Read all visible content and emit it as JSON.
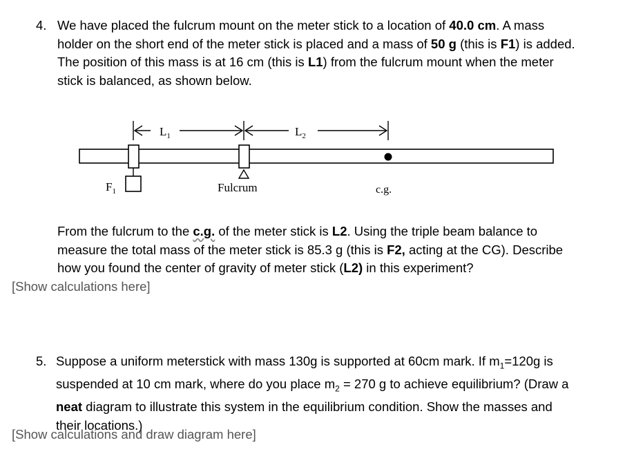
{
  "q4": {
    "number": "4.",
    "lines": [
      [
        "We have placed the fulcrum mount on the meter stick to a location of ",
        "40.0 cm",
        ". A mass"
      ],
      [
        "holder on the short end of the meter stick is placed and a mass of ",
        "50 g",
        " (this is ",
        "F1",
        ") is added."
      ],
      [
        "The position of this mass is at 16 cm (this is ",
        "L1",
        ") from the fulcrum mount when the meter"
      ],
      [
        "stick is balanced, as shown below."
      ]
    ],
    "para2": [
      [
        "From the fulcrum to the ",
        "c.g.",
        " of the meter stick is ",
        "L2",
        ". Using the triple beam balance to"
      ],
      [
        "measure the total mass of the meter stick is 85.3 g (this is ",
        "F2,",
        " acting at the CG). Describe"
      ],
      [
        "how you found the center of gravity of meter stick (",
        "L2)",
        " in this experiment?"
      ]
    ],
    "prompt": "[Show calculations here]"
  },
  "diagram": {
    "l1": "L",
    "l1_sub": "1",
    "l2": "L",
    "l2_sub": "2",
    "f1": "F",
    "f1_sub": "1",
    "fulcrum": "Fulcrum",
    "cg": "c.g."
  },
  "q5": {
    "number": "5.",
    "lines": [
      [
        "Suppose a uniform meterstick with mass 130g is supported at 60cm mark. If m",
        "1",
        "=120g is"
      ],
      [
        "suspended at 10 cm mark, where do you place m",
        "2",
        " = 270 g to achieve equilibrium? (Draw a"
      ],
      [
        "",
        "neat",
        " diagram to illustrate this system in the equilibrium condition. Show the masses and"
      ],
      [
        "their locations.)"
      ]
    ],
    "prompt": "[Show calculations and draw diagram here]"
  }
}
